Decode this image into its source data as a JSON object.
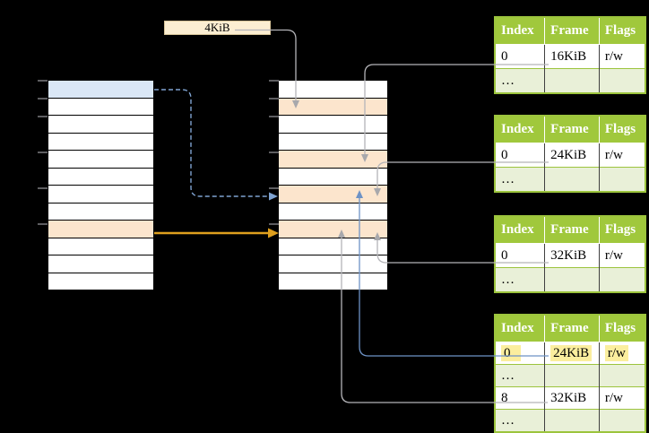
{
  "colors": {
    "green-header": "#a0c83c",
    "green-border": "#9cc43d",
    "green-row": "#e9f0d8",
    "orange-row": "#fce5cd",
    "blue-row": "#dae7f6",
    "cream-box": "#fceed2",
    "yellow-mark": "#fbee9e",
    "grey-line": "#b4b4b8",
    "blue-line": "#6d92c5",
    "blue-dash": "#7fa3d1",
    "orange-line": "#dfa01e"
  },
  "page_size_box": {
    "label": "4KiB"
  },
  "virtual_column": {
    "row_fills": [
      "blue",
      "white",
      "white",
      "white",
      "white",
      "white",
      "white",
      "white",
      "orange",
      "white",
      "white",
      "white"
    ],
    "tick_ys": [
      90,
      110,
      130,
      170,
      210,
      250
    ]
  },
  "physical_column": {
    "row_fills": [
      "white",
      "orange",
      "white",
      "white",
      "orange",
      "white",
      "orange",
      "white",
      "orange",
      "white",
      "white",
      "white"
    ],
    "tick_ys": [
      90,
      110,
      130,
      170,
      210,
      250
    ]
  },
  "page_tables": [
    {
      "headers": [
        "Index",
        "Frame",
        "Flags"
      ],
      "rows": [
        {
          "cells": [
            "0",
            "16KiB",
            "r/w"
          ],
          "shaded": false
        },
        {
          "cells": [
            "…",
            "",
            ""
          ],
          "shaded": true
        }
      ]
    },
    {
      "headers": [
        "Index",
        "Frame",
        "Flags"
      ],
      "rows": [
        {
          "cells": [
            "0",
            "24KiB",
            "r/w"
          ],
          "shaded": false
        },
        {
          "cells": [
            "…",
            "",
            ""
          ],
          "shaded": true
        }
      ]
    },
    {
      "headers": [
        "Index",
        "Frame",
        "Flags"
      ],
      "rows": [
        {
          "cells": [
            "0",
            "32KiB",
            "r/w"
          ],
          "shaded": false
        },
        {
          "cells": [
            "…",
            "",
            ""
          ],
          "shaded": true
        }
      ]
    },
    {
      "headers": [
        "Index",
        "Frame",
        "Flags"
      ],
      "rows": [
        {
          "cells": [
            "0",
            "24KiB",
            "r/w"
          ],
          "shaded": false,
          "highlighted": true
        },
        {
          "cells": [
            "…",
            "",
            ""
          ],
          "shaded": true
        },
        {
          "cells": [
            "8",
            "32KiB",
            "r/w"
          ],
          "shaded": false
        },
        {
          "cells": [
            "…",
            "",
            ""
          ],
          "shaded": true
        }
      ]
    }
  ]
}
